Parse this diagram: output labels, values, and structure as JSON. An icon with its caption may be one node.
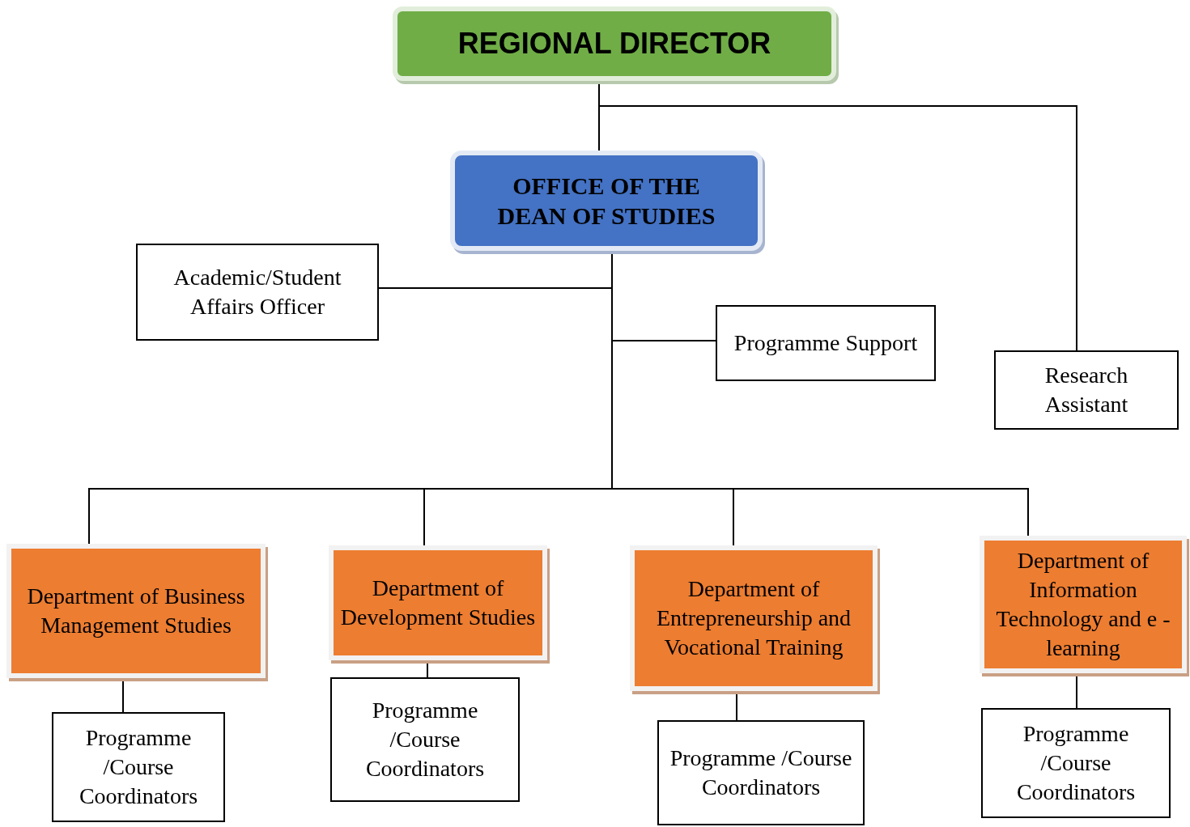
{
  "diagram": {
    "nodes": [
      {
        "text": [
          "REGIONAL DIRECTOR"
        ]
      },
      {
        "text": [
          "OFFICE OF THE DEAN OF STUDIES"
        ]
      },
      {
        "text": [
          "Academic/Student Affairs Officer"
        ]
      },
      {
        "text": [
          "Programme Support"
        ]
      },
      {
        "text": [
          "Research Assistant"
        ]
      },
      {
        "text": [
          "Department of Business Management Studies"
        ]
      },
      {
        "text": [
          "Department of Development Studies"
        ]
      },
      {
        "text": [
          "Department of Entrepreneurship and Vocational Training"
        ]
      },
      {
        "text": [
          "Department of Information Technology and e - learning"
        ]
      },
      {
        "text": [
          "Programme /Course Coordinators"
        ]
      },
      {
        "text": [
          "Programme /Course Coordinators"
        ]
      },
      {
        "text": [
          "Programme /Course Coordinators"
        ]
      },
      {
        "text": [
          "Programme /Course Coordinators"
        ]
      }
    ],
    "edges": [
      {
        "from": 0,
        "to": 1,
        "arrow": "none"
      },
      {
        "from": 0,
        "to": 4,
        "arrow": "none"
      },
      {
        "from": 1,
        "to": 2,
        "arrow": "none"
      },
      {
        "from": 1,
        "to": 3,
        "arrow": "none"
      },
      {
        "from": 1,
        "to": 5,
        "arrow": "none"
      },
      {
        "from": 1,
        "to": 6,
        "arrow": "none"
      },
      {
        "from": 1,
        "to": 7,
        "arrow": "none"
      },
      {
        "from": 1,
        "to": 8,
        "arrow": "none"
      },
      {
        "from": 5,
        "to": 9,
        "arrow": "none"
      },
      {
        "from": 6,
        "to": 10,
        "arrow": "none"
      },
      {
        "from": 7,
        "to": 11,
        "arrow": "none"
      },
      {
        "from": 8,
        "to": 12,
        "arrow": "none"
      }
    ]
  }
}
